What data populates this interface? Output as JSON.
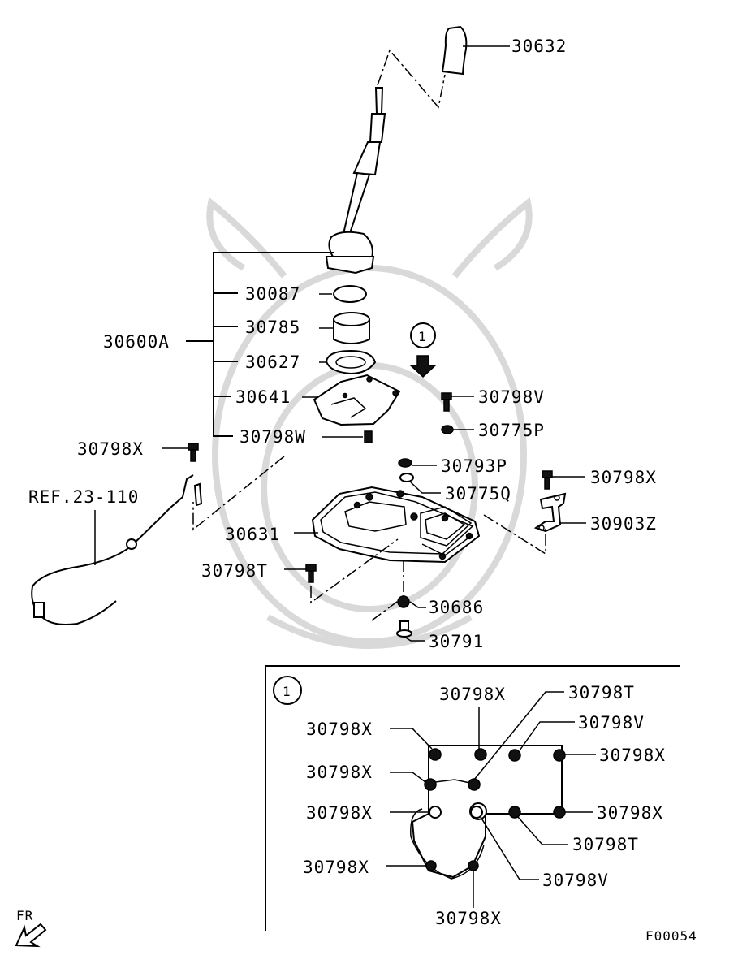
{
  "figure_code": "F00054",
  "direction_label": "FR",
  "detail_marker": "1",
  "reference": "REF.23-110",
  "parts": {
    "knob": "30632",
    "lever_assembly": "30600A",
    "o_ring": "30087",
    "bushing": "30785",
    "gasket": "30627",
    "retainer_plate": "30641",
    "bolt_w": "30798W",
    "bolt_x_left": "30798X",
    "bolt_v": "30798V",
    "nut_p": "30775P",
    "washer_p": "30793P",
    "nut_q": "30775Q",
    "bolt_x_right": "30798X",
    "bracket": "30903Z",
    "base_assembly": "30631",
    "bolt_t": "30798T",
    "bushing_lower": "30686",
    "pin": "30791"
  },
  "detail_labels": {
    "top_center": "30798X",
    "top_right_t": "30798T",
    "left_top": "30798X",
    "right_v": "30798V",
    "right_top": "30798X",
    "left_mid": "30798X",
    "left_low": "30798X",
    "right_mid": "30798X",
    "right_t": "30798T",
    "left_bottom": "30798X",
    "bottom_v": "30798V",
    "bottom": "30798X"
  }
}
